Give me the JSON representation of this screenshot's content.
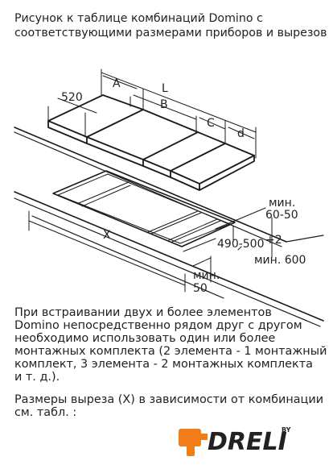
{
  "heading": {
    "line1": "Рисунок к таблице комбинаций Domino с",
    "line2": "соответствующими размерами приборов и вырезов"
  },
  "diagram": {
    "label_520": "520",
    "label_A": "A",
    "label_L": "L",
    "label_B": "B",
    "label_C": "C",
    "label_d": "d",
    "label_min": "мин.",
    "label_60_50": "60-50",
    "label_X": "X",
    "label_490_500": "490-500",
    "label_plus2": "+2",
    "label_min_600": "мин. 600",
    "label_min2": "мин.",
    "label_50": "50"
  },
  "text": {
    "p1_lines": [
      "При встраивании двух и более элементов",
      "Domino непосредственно рядом друг с другом",
      "необходимо использовать один или более",
      "монтажных комплекта (2 элемента - 1 монтажный",
      "комплект, 3 элемента - 2 монтажных комплекта",
      "и т. д.)."
    ],
    "p2_lines": [
      "Размеры выреза (X) в зависимости от комбинации",
      "см. табл. :"
    ]
  },
  "logo": {
    "text": "DRELI",
    "by": "BY"
  },
  "colors": {
    "logo_orange": "#f07d1a",
    "line": "#1a1a1a"
  }
}
